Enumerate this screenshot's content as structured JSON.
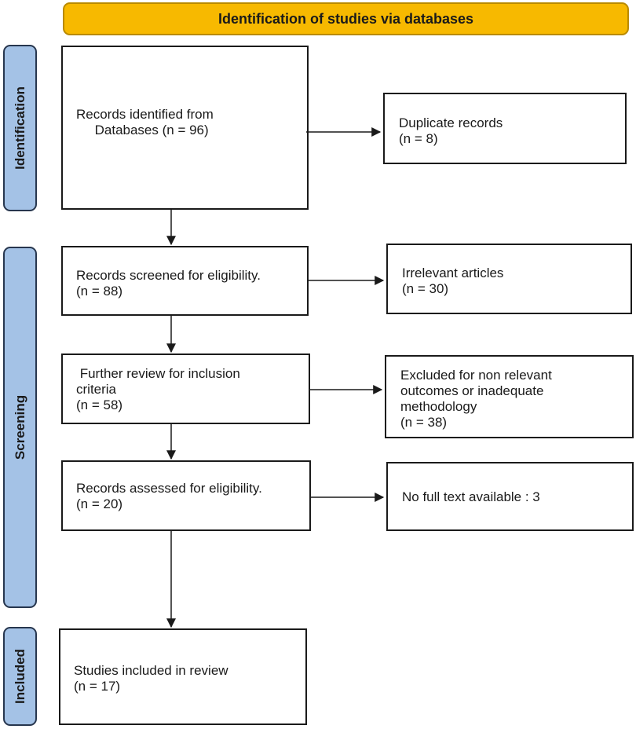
{
  "header": {
    "title": "Identification of studies via databases"
  },
  "phases": {
    "identification": "Identification",
    "screening": "Screening",
    "included": "Included"
  },
  "boxes": {
    "records_identified": "Records identified from\n     Databases (n = 96)",
    "duplicates": "Duplicate records\n(n = 8)",
    "screened": "Records screened for eligibility.\n(n = 88)",
    "irrelevant": "Irrelevant articles\n(n = 30)",
    "further_review": " Further review for inclusion\ncriteria\n(n = 58)",
    "excluded": "Excluded for non relevant\noutcomes or inadequate\nmethodology\n(n = 38)",
    "assessed": "Records assessed for eligibility.\n(n = 20)",
    "no_full_text": "No full text available : 3",
    "included": "Studies included in review\n(n = 17)"
  }
}
